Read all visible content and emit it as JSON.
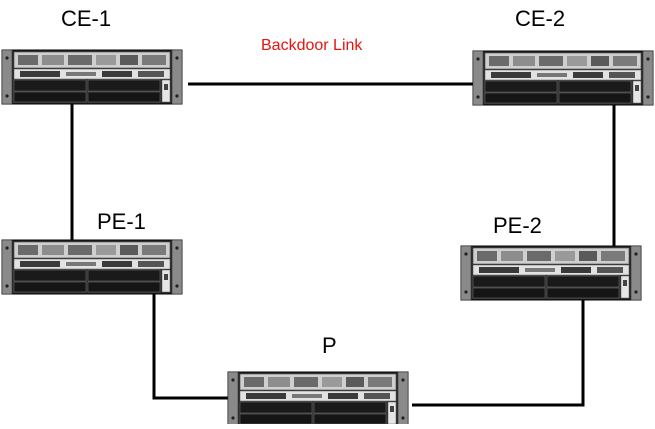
{
  "nodes": {
    "ce1": {
      "name": "CE-1"
    },
    "ce2": {
      "name": "CE-2"
    },
    "pe1": {
      "name": "PE-1"
    },
    "pe2": {
      "name": "PE-2"
    },
    "p": {
      "name": "P"
    }
  },
  "links": {
    "backdoor": {
      "label": "Backdoor Link",
      "color": "#e8130f"
    }
  },
  "colors": {
    "line": "#000000",
    "chassis_dark": "#1e1e1e",
    "chassis_mid": "#5a5a5a",
    "chassis_light": "#c8c8c8"
  }
}
